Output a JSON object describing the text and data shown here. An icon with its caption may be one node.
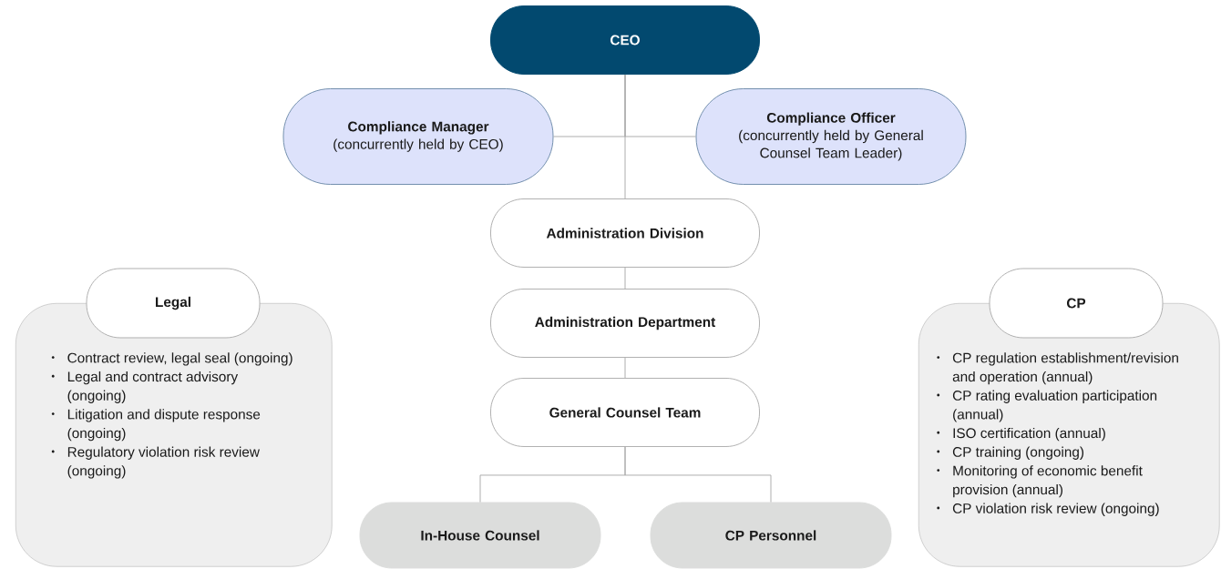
{
  "diagram": {
    "nodes": [
      {
        "text": [
          "CEO"
        ]
      },
      {
        "text": [
          "Compliance Manager",
          "(concurrently held by CEO)"
        ]
      },
      {
        "text": [
          "Compliance Officer",
          "(concurrently held by General Counsel Team Leader)"
        ]
      },
      {
        "text": [
          "Administration Division"
        ]
      },
      {
        "text": [
          "Administration Department"
        ]
      },
      {
        "text": [
          "General Counsel Team"
        ]
      },
      {
        "text": [
          "In-House Counsel"
        ]
      },
      {
        "text": [
          "CP Personnel"
        ]
      },
      {
        "text": [
          "Contract review, legal seal (ongoing)",
          "Legal and contract advisory (ongoing)",
          "Litigation and dispute response (ongoing)",
          "Regulatory violation risk review (ongoing)"
        ]
      },
      {
        "text": [
          "Legal"
        ]
      },
      {
        "text": [
          "CP regulation establishment/revision and operation (annual)",
          "CP rating evaluation participation (annual)",
          "ISO certification (annual)",
          "CP training (ongoing)",
          "Monitoring of economic benefit provision (annual)",
          "CP violation risk review (ongoing)"
        ]
      },
      {
        "text": [
          "CP"
        ]
      }
    ],
    "edges": [
      {
        "from": 0,
        "to": 1,
        "arrow": "none"
      },
      {
        "from": 0,
        "to": 2,
        "arrow": "none"
      },
      {
        "from": 0,
        "to": 3,
        "arrow": "none"
      },
      {
        "from": 3,
        "to": 4,
        "arrow": "none"
      },
      {
        "from": 4,
        "to": 5,
        "arrow": "none"
      },
      {
        "from": 5,
        "to": 6,
        "arrow": "none"
      },
      {
        "from": 5,
        "to": 7,
        "arrow": "none"
      }
    ]
  }
}
